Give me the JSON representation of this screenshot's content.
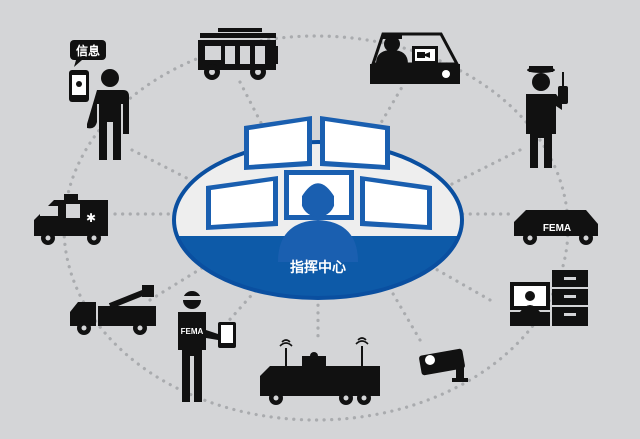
{
  "center": {
    "label": "指挥中心"
  },
  "nodes": {
    "civilian": {
      "badge": "信息"
    },
    "suv": {
      "text": "FEMA"
    },
    "responder": {
      "text": "FEMA"
    }
  },
  "colors": {
    "background": "#d4d5d7",
    "ellipse_fill": "#eeeeee",
    "ellipse_border": "#0a4fa0",
    "monitor_frame": "#1a5fb0",
    "monitor_screen": "#ffffff",
    "band": "#0d5aa8",
    "silhouette": "#111111",
    "dots": "#a9abae"
  }
}
